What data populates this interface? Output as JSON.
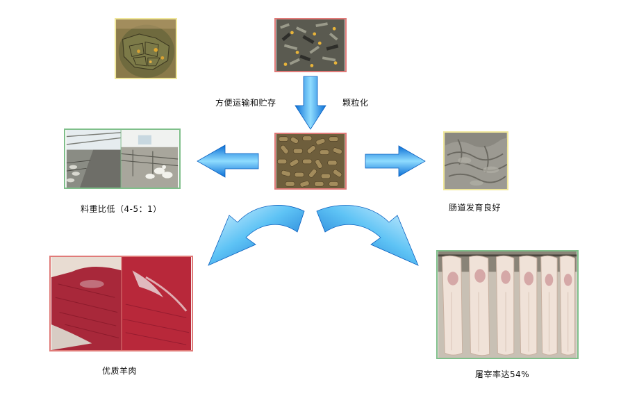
{
  "labels": {
    "transport": "方便运输和贮存",
    "pelletize": "颗粒化",
    "feed_ratio": "料重比低（4-5：1）",
    "gut": "肠道发育良好",
    "meat": "优质羊肉",
    "dressing": "屠宰率达54%"
  },
  "colors": {
    "arrow_light": "#7ed3ff",
    "arrow_dark": "#0a6fd6",
    "frame_red": "#e07a78",
    "frame_green": "#7fbf8a",
    "frame_yellow": "#f0e79a"
  }
}
